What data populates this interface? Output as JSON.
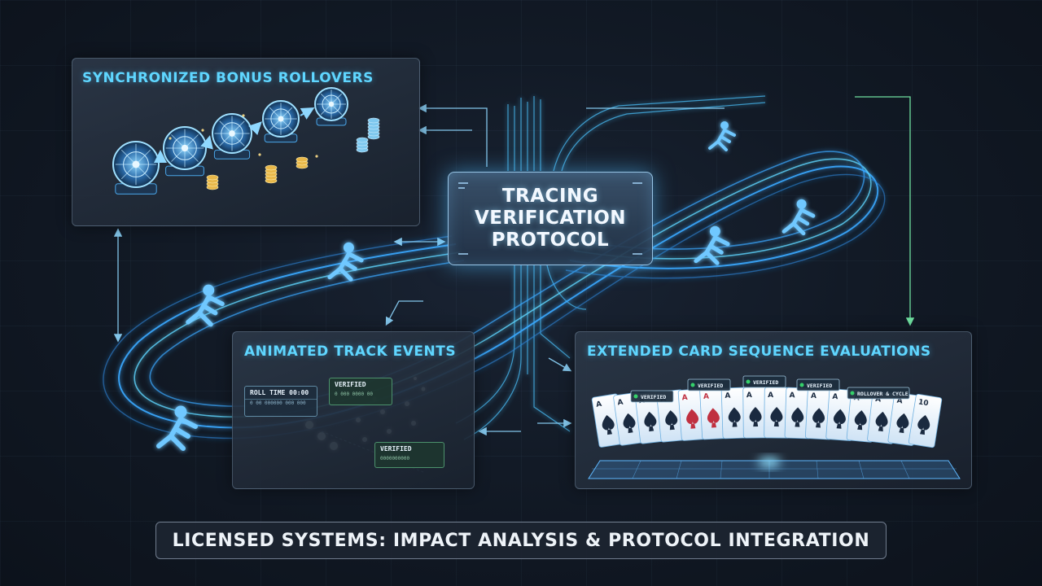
{
  "title_lines": [
    "TRACING",
    "VERIFICATION",
    "PROTOCOL"
  ],
  "panels": {
    "bonus": {
      "title": "SYNCHRONIZED BONUS ROLLOVERS"
    },
    "track": {
      "title": "ANIMATED TRACK EVENTS",
      "tags": [
        {
          "label": "ROLL TIME 00:00",
          "sub": "0 00 000000 000 000"
        },
        {
          "label": "VERIFIED",
          "sub": "0 000 0000 00"
        },
        {
          "label": "VERIFIED",
          "sub": "0000000000"
        }
      ]
    },
    "cards": {
      "title": "EXTENDED CARD SEQUENCE EVALUATIONS",
      "tags": [
        "VERIFIED",
        "VERIFIED",
        "VERIFIED",
        "VERIFIED",
        "ROLLOVER & CYCLE"
      ],
      "card_ranks": [
        "A",
        "A",
        "A",
        "A",
        "A",
        "A",
        "A",
        "A",
        "A",
        "A",
        "A",
        "A",
        "A",
        "A",
        "A",
        "10"
      ]
    }
  },
  "footer": "LICENSED SYSTEMS: IMPACT ANALYSIS & PROTOCOL INTEGRATION",
  "colors": {
    "background": "#121a26",
    "accent": "#5fd6ff",
    "glow": "#3fb8ff",
    "verified_dot": "#35d06a",
    "gold": "#e8b84a"
  },
  "icons": [
    "slot-wheel-icon",
    "coin-stack-icon",
    "runner-icon",
    "spade-card-icon",
    "arrow-icon"
  ]
}
